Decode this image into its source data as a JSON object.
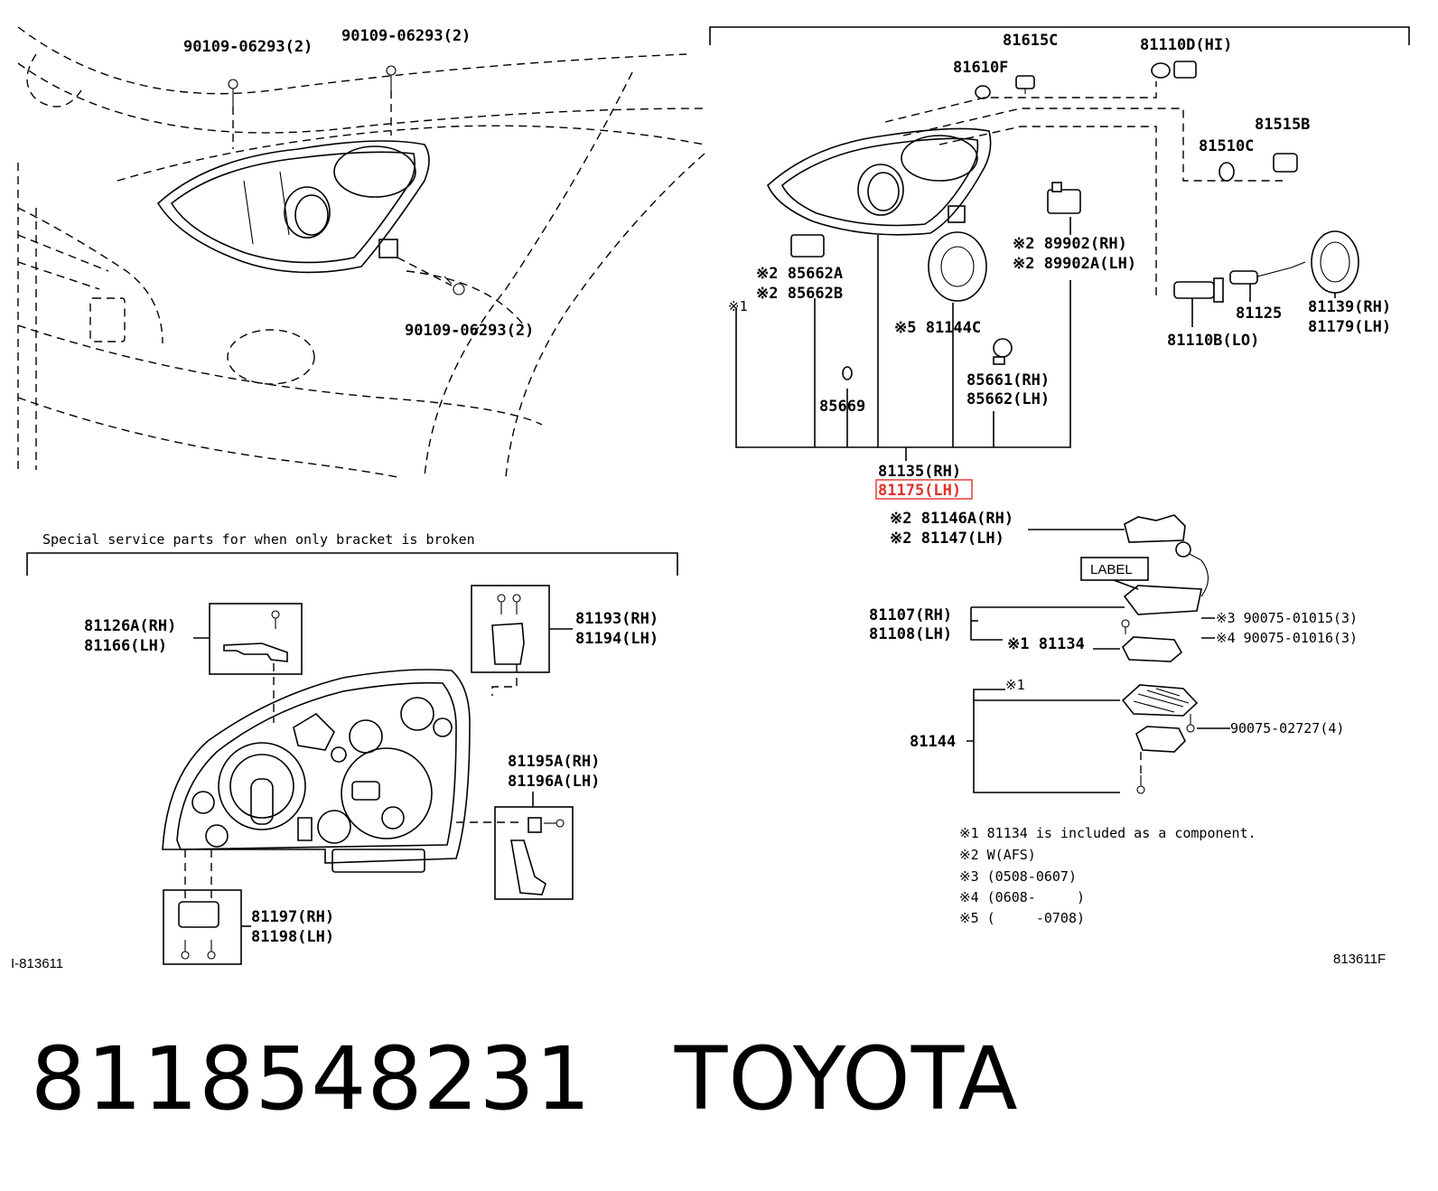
{
  "labels": {
    "bolt_top_left": "90109-06293(2)",
    "bolt_top_right": "90109-06293(2)",
    "bolt_bottom": "90109-06293(2)",
    "p81615c": "81615C",
    "p81610f": "81610F",
    "p81110d": "81110D(HI)",
    "p81515b": "81515B",
    "p81510c": "81510C",
    "p89902_rh": "※2 89902(RH)",
    "p89902a_lh": "※2 89902A(LH)",
    "p85662a": "※2 85662A",
    "p85662b": "※2 85662B",
    "ref1": "※1",
    "p81144c": "※5 81144C",
    "p85669": "85669",
    "p85661_rh": "85661(RH)",
    "p85662_lh": "85662(LH)",
    "p81125": "81125",
    "p81139_rh": "81139(RH)",
    "p81179_lh": "81179(LH)",
    "p81110b": "81110B(LO)",
    "p81135_rh": "81135(RH)",
    "p81175_lh": "81175(LH)",
    "p81146a_rh": "※2 81146A(RH)",
    "p81147_lh": "※2 81147(LH)",
    "label_box": "LABEL",
    "p81107_rh": "81107(RH)",
    "p81108_lh": "81108(LH)",
    "p81134": "※1 81134",
    "s90075_01015": "※3 90075-01015(3)",
    "s90075_01016": "※4 90075-01016(3)",
    "ref1_b": "※1",
    "p81144": "81144",
    "s90075_02727": "90075-02727(4)",
    "special_heading": "Special service parts for when only bracket is broken",
    "p81126a_rh": "81126A(RH)",
    "p81166_lh": "81166(LH)",
    "p81193_rh": "81193(RH)",
    "p81194_lh": "81194(LH)",
    "p81195a_rh": "81195A(RH)",
    "p81196a_lh": "81196A(LH)",
    "p81197_rh": "81197(RH)",
    "p81198_lh": "81198(LH)",
    "fig_left": "I-813611",
    "fig_right": "813611F"
  },
  "notes": [
    "※1 81134 is included as a component.",
    "※2 W(AFS)",
    "※3 (0508-0607)",
    "※4 (0608-     )",
    "※5 (     -0708)"
  ],
  "highlight_color": "#e0302a",
  "footer": {
    "part_number": "8118548231",
    "brand": "TOYOTA"
  }
}
